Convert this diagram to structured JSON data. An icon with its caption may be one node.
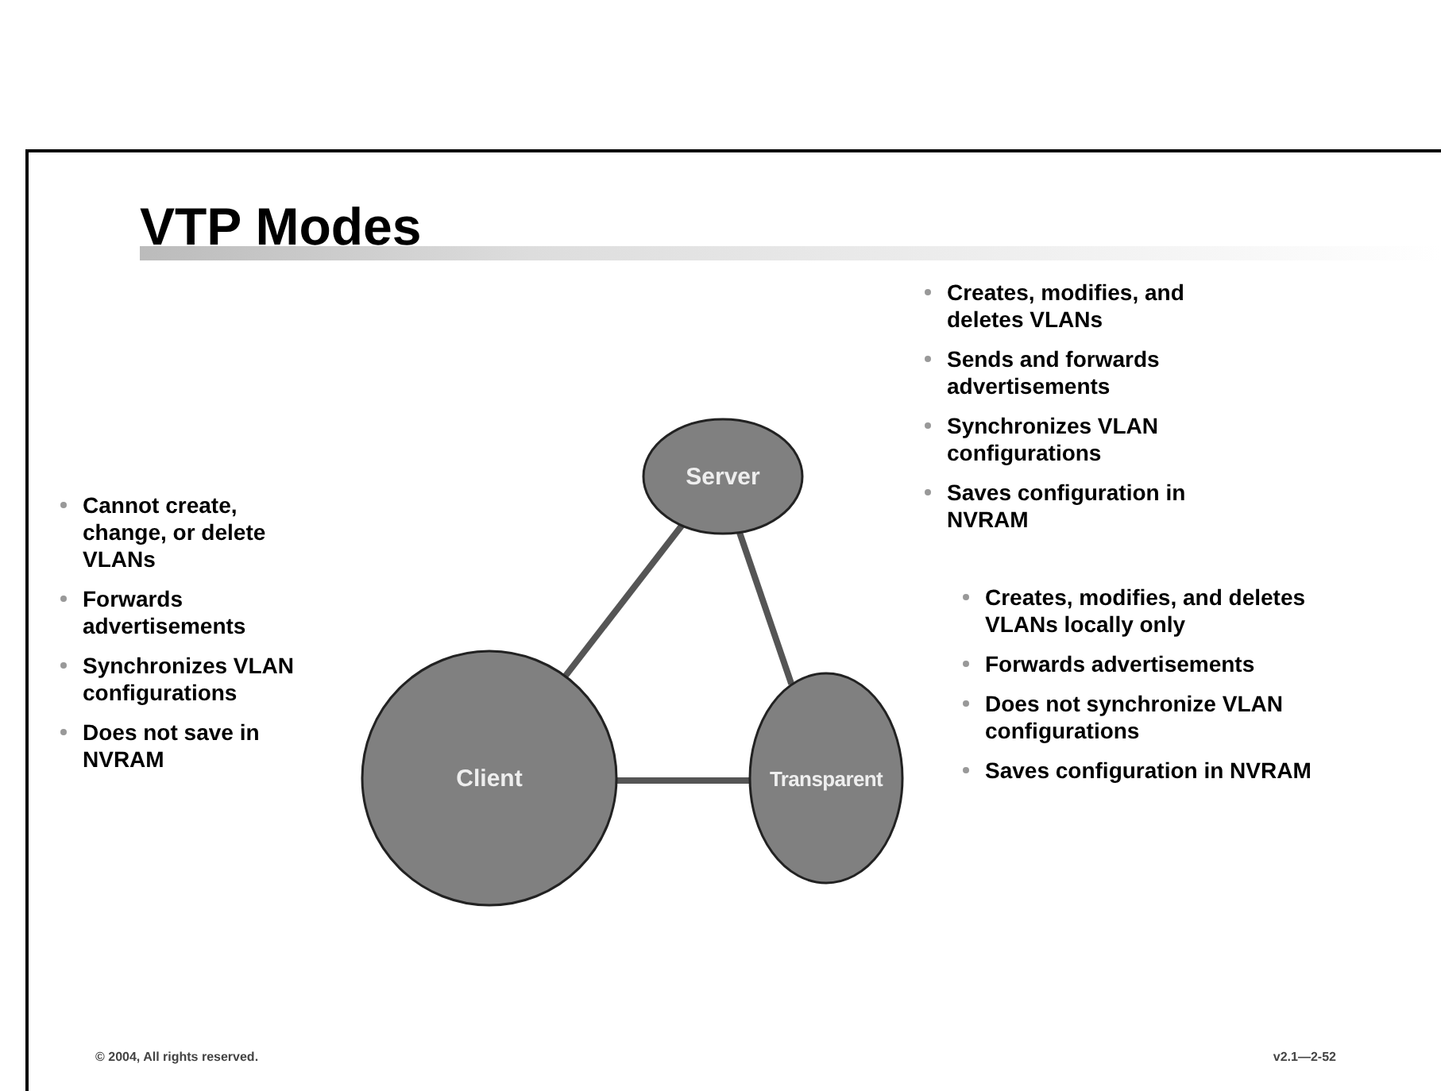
{
  "diagram": {
    "title": "VTP Modes",
    "nodes": [
      {
        "text": [
          "Server"
        ],
        "beside": [
          "Creates, modifies, and deletes VLANs",
          "Sends and forwards advertisements",
          "Synchronizes VLAN configurations",
          "Saves configuration in NVRAM"
        ]
      },
      {
        "text": [
          "Client"
        ],
        "beside": [
          "Cannot create, change, or delete VLANs",
          "Forwards advertisements",
          "Synchronizes VLAN configurations",
          "Does not save in NVRAM"
        ]
      },
      {
        "text": [
          "Transparent"
        ],
        "beside": [
          "Creates, modifies, and deletes VLANs locally only",
          "Forwards advertisements",
          "Does not synchronize VLAN configurations",
          "Saves configuration in NVRAM"
        ]
      }
    ],
    "edges": [
      {
        "from": 0,
        "to": 1,
        "arrow": "none"
      },
      {
        "from": 0,
        "to": 2,
        "arrow": "none"
      },
      {
        "from": 1,
        "to": 2,
        "arrow": "none"
      }
    ],
    "labels": [
      "© 2004, All rights reserved.",
      "v2.1—2-52"
    ]
  }
}
